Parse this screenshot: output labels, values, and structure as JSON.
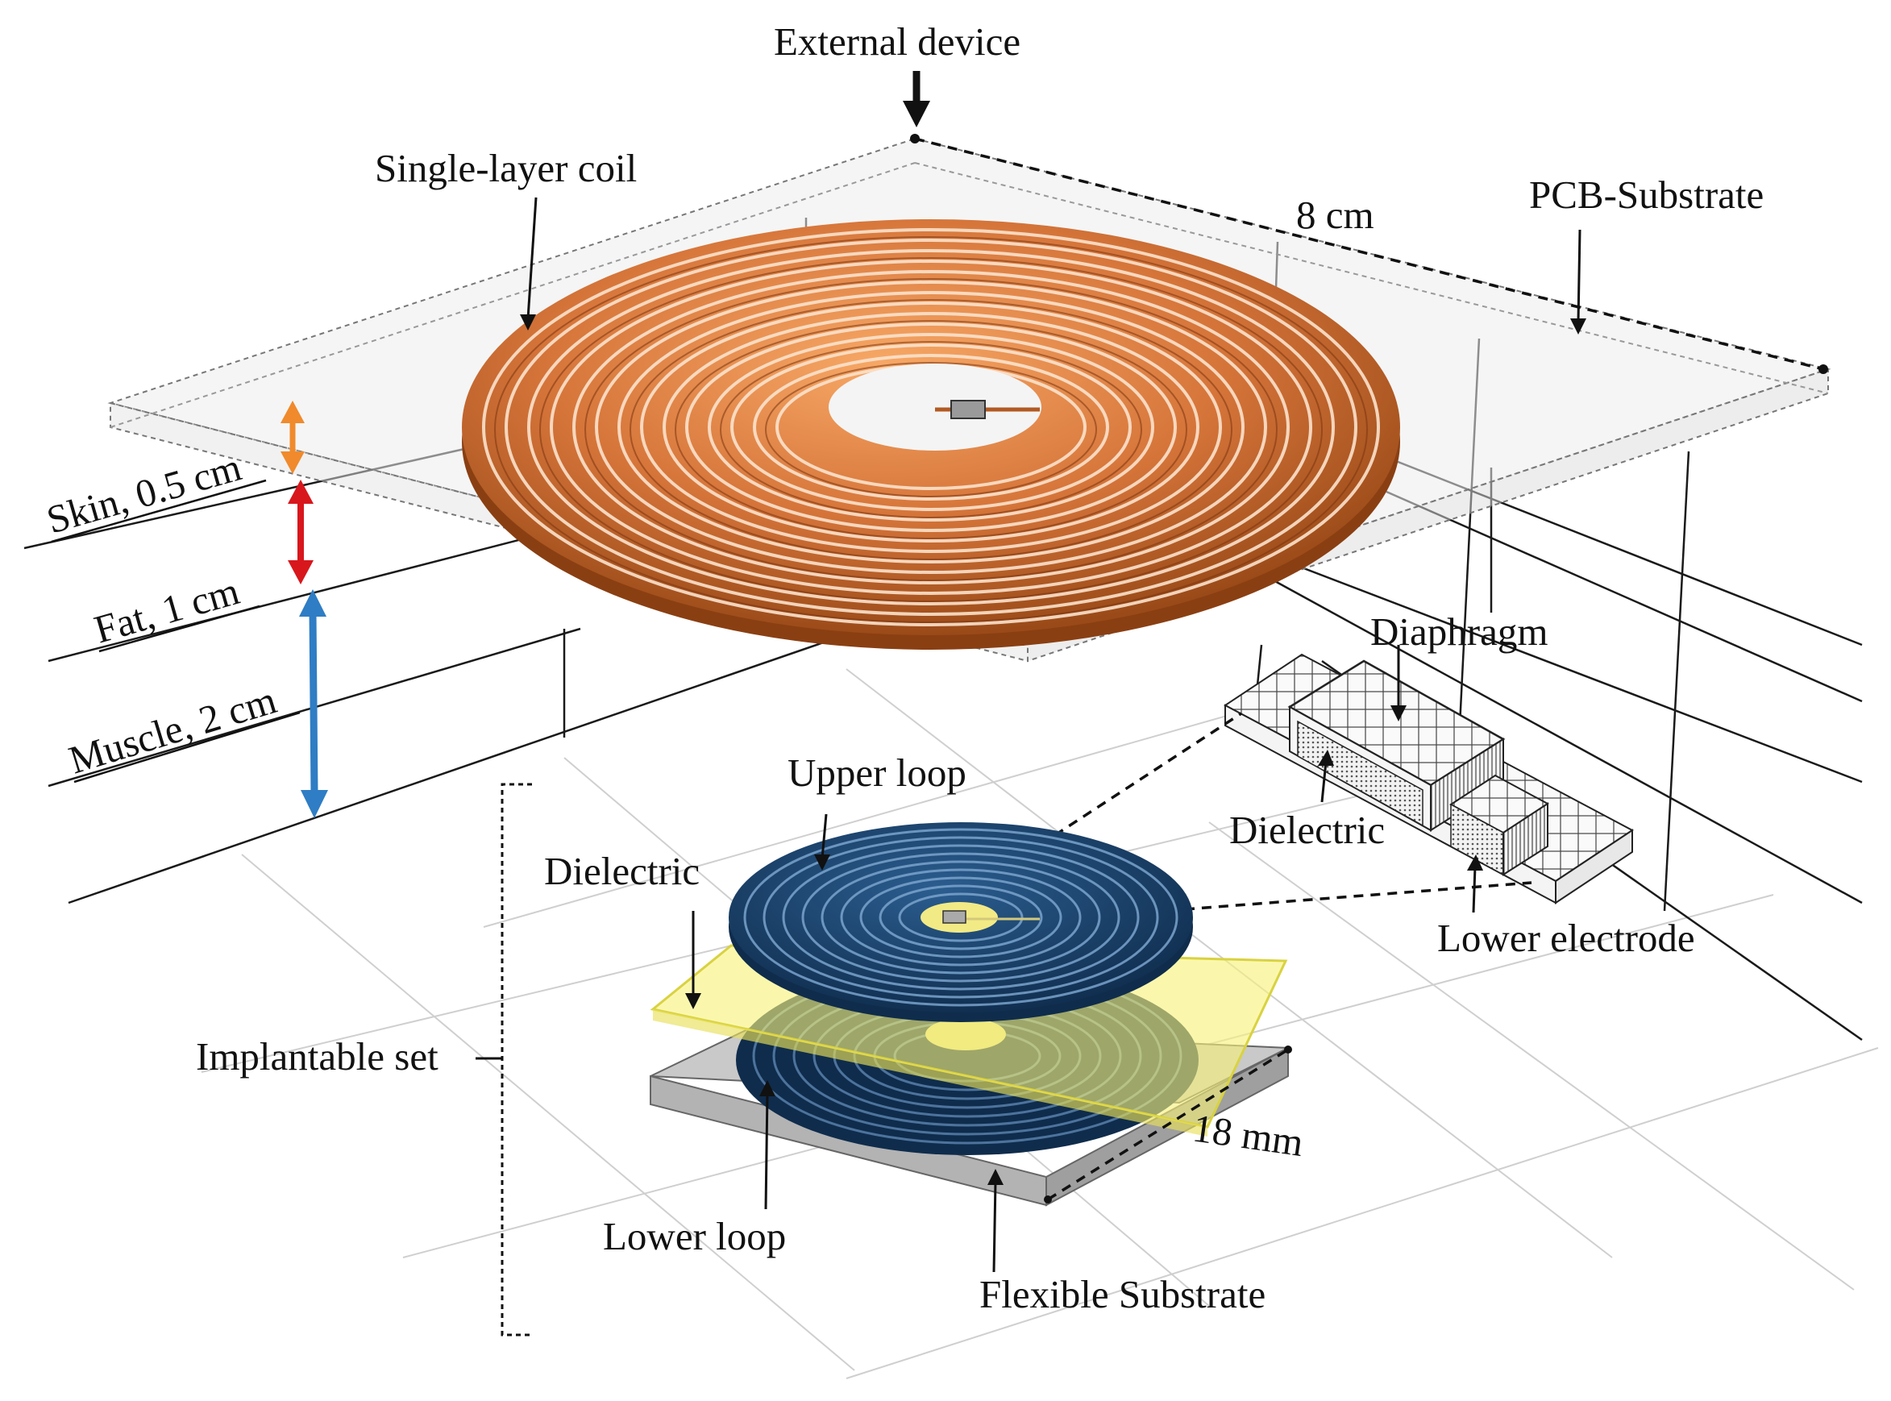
{
  "labels": {
    "external_device": "External device",
    "single_layer_coil": "Single-layer coil",
    "pcb_substrate": "PCB-Substrate",
    "dim_8cm": "8 cm",
    "skin": "Skin, 0.5 cm",
    "fat": "Fat, 1 cm",
    "muscle": "Muscle, 2 cm",
    "diaphragm": "Diaphragm",
    "dielectric_sensor": "Dielectric",
    "lower_electrode": "Lower electrode",
    "upper_loop": "Upper loop",
    "dielectric_implant": "Dielectric",
    "implantable_set": "Implantable set",
    "dim_18mm": "18 mm",
    "lower_loop": "Lower loop",
    "flexible_substrate": "Flexible Substrate"
  },
  "colors": {
    "copper_coil": "#c8692c",
    "copper_light": "#f09a55",
    "copper_dark": "#8a3f12",
    "implant_loop": "#14385e",
    "implant_loop_light": "#2c5f91",
    "dielectric_yellow": "#f7f27a",
    "substrate_gray": "#b9b9b9",
    "skin_arrow": "#f08a2c",
    "fat_arrow": "#d8171c",
    "muscle_arrow": "#2f7dc4"
  }
}
